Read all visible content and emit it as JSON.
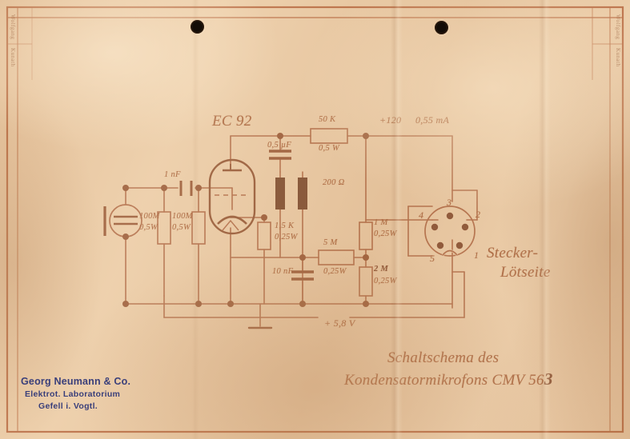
{
  "document": {
    "title_line1": "Schaltschema des",
    "title_line2": "Kondensatormikrofons CMV 56",
    "title_line2_suffix": "3",
    "tube_label": "EC 92",
    "connector_caption_line1": "Stecker-",
    "connector_caption_line2": "Lötseite"
  },
  "stamp": {
    "line1": "Georg Neumann & Co.",
    "line2": "Elektrot. Laboratorium",
    "line3": "Gefell i. Vogtl."
  },
  "margin_notes": {
    "left_top": "Wolfgang",
    "left_bottom": "Kunath",
    "right_top": "Wolfgang",
    "right_bottom": "Kunath"
  },
  "components": {
    "mic_capsule": {
      "name": "condenser-microphone-capsule"
    },
    "r_mic_1": {
      "value": "100M",
      "power": "0,5W"
    },
    "r_mic_2": {
      "value": "100M",
      "power": "0,5W"
    },
    "c_input": {
      "value": "1 nF"
    },
    "r_anode": {
      "value": "50 K",
      "power": "0,5 W"
    },
    "c_coupling": {
      "value": "0,5 µF"
    },
    "r_heater": {
      "value": "200 Ω"
    },
    "r_cathode": {
      "value": "1,5 K",
      "power": "0,25W"
    },
    "c_cathode": {
      "value": "10 nF"
    },
    "r_series": {
      "value": "5 M",
      "power": "0,25W"
    },
    "r_out_top": {
      "value": "1 M",
      "power": "0,25W"
    },
    "r_out_bottom": {
      "value": "2 M",
      "power": "0,25W"
    }
  },
  "annotations": {
    "supply_voltage": "+120",
    "supply_current": "0,55 mA",
    "heater_voltage": "+ 5,8 V"
  },
  "connector": {
    "type": "5-pin-din",
    "pins": [
      "1",
      "2",
      "3",
      "4",
      "5"
    ]
  },
  "colors": {
    "paper": "#e9c9a4",
    "ink": "#a9603c",
    "dark_ink": "#7a3f22",
    "stamp_ink": "#3a3f7a",
    "border": "#b05c33"
  }
}
